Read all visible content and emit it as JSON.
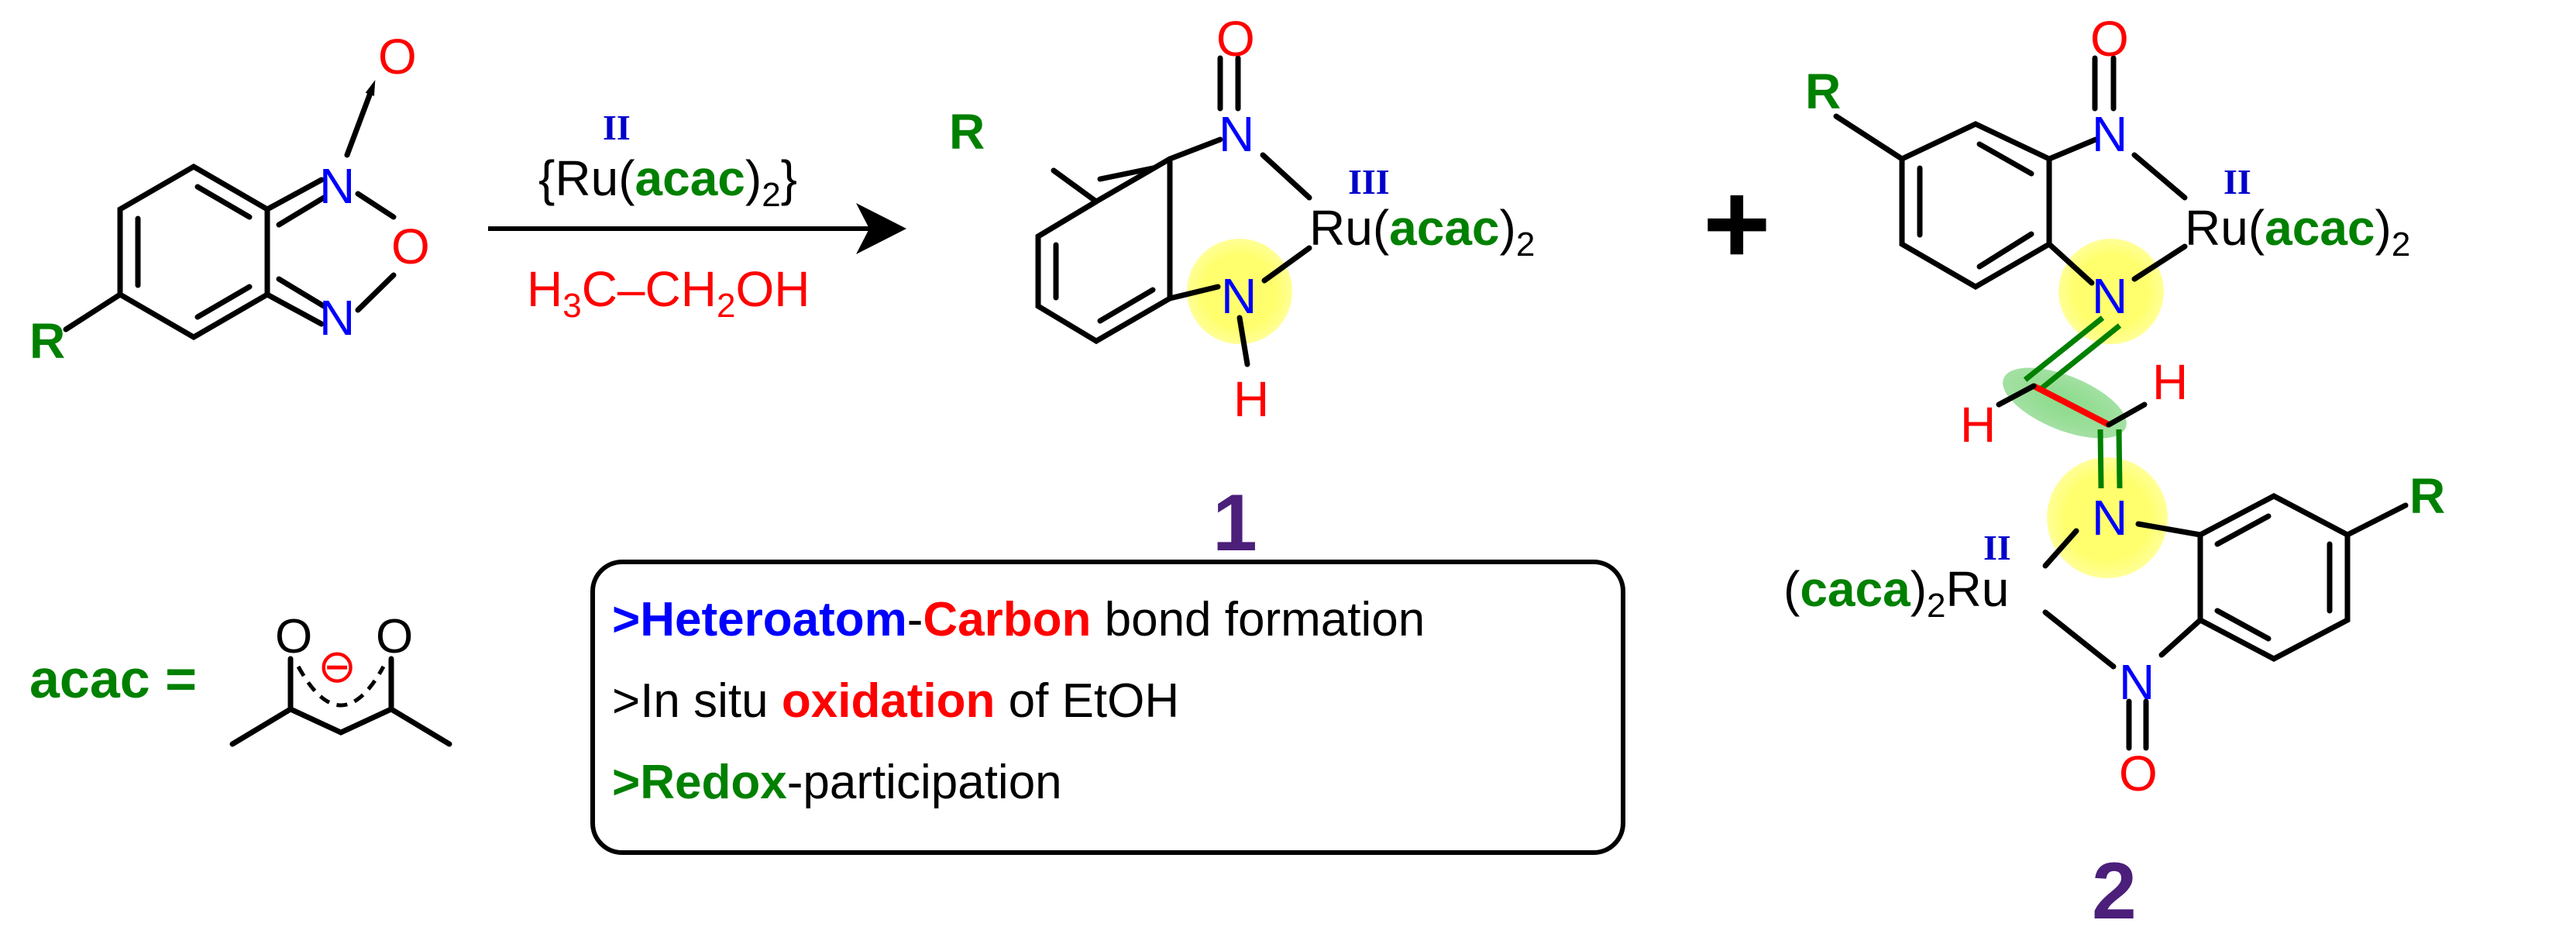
{
  "reactant": {
    "atom_R": "R",
    "atom_N_top": "N",
    "atom_O_ring": "O",
    "atom_N_bottom": "N",
    "atom_O_oxide": "O"
  },
  "reagents": {
    "ox_state": "II",
    "ru_open": "{Ru(",
    "ru_acac": "acac",
    "ru_close": ")",
    "ru_sub": "2",
    "ru_brace": "}",
    "solvent_a": "H",
    "solvent_a_sub": "3",
    "solvent_b": "C–CH",
    "solvent_b_sub": "2",
    "solvent_c": "OH"
  },
  "product1": {
    "atom_R": "R",
    "atom_N_nitroso": "N",
    "atom_O": "O",
    "atom_N_amine": "N",
    "atom_H": "H",
    "ox_state": "III",
    "ru": "Ru(",
    "acac": "acac",
    "close": ")",
    "sub": "2",
    "label": "1"
  },
  "plus": "+",
  "product2": {
    "top": {
      "atom_R": "R",
      "atom_O": "O",
      "atom_N_nitroso": "N",
      "atom_N_imine": "N",
      "ox_state": "II",
      "ru": "Ru(",
      "acac": "acac",
      "close": ")",
      "sub": "2"
    },
    "bridge": {
      "atom_H_left": "H",
      "atom_H_right": "H"
    },
    "bottom": {
      "atom_R": "R",
      "atom_N_imine": "N",
      "atom_N_nitroso": "N",
      "atom_O": "O",
      "ox_state": "II",
      "open": "(",
      "caca": "caca",
      "close": ")",
      "sub": "2",
      "ru": "Ru"
    },
    "label": "2"
  },
  "acac_def": {
    "label": "acac =",
    "atom_O_left": "O",
    "atom_O_right": "O",
    "charge": "⊖"
  },
  "legend": {
    "l1_prefix": ">",
    "l1_hetero": "Heteroatom",
    "l1_dash": "-",
    "l1_carbon": "Carbon",
    "l1_rest": " bond formation",
    "l2_prefix": ">In situ ",
    "l2_oxidation": "oxidation",
    "l2_rest": " of EtOH",
    "l3_prefix": ">",
    "l3_redox": "Redox",
    "l3_rest": "-participation"
  },
  "colors": {
    "nitrogen": "#0000ff",
    "oxygen": "#ff0000",
    "substituent": "#008000",
    "compound_number": "#4b1f7a",
    "highlight": "#ffff66"
  }
}
